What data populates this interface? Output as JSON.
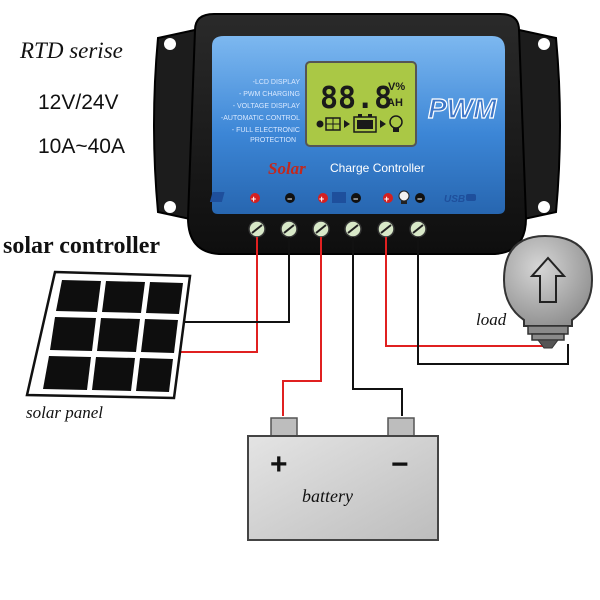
{
  "labels": {
    "series": "RTD serise",
    "voltage": "12V/24V",
    "current": "10A~40A",
    "controller": "solar controller",
    "solar_panel": "solar panel",
    "load": "load",
    "battery": "battery"
  },
  "controller": {
    "features": [
      "-LCD DISPLAY",
      "- PWM CHARGING",
      "- VOLTAGE DISPLAY",
      "-AUTOMATIC CONTROL",
      "- FULL ELECTRONIC",
      "PROTECTION"
    ],
    "lcd_value": "88.8",
    "lcd_unit_top": "V%",
    "lcd_unit_bottom": "AH",
    "brand": "PWM",
    "solar_word": "Solar",
    "title": "Charge Controller",
    "usb": "USB"
  },
  "battery_terminals": {
    "plus": "+",
    "minus": "−"
  },
  "colors": {
    "body": "#161616",
    "panel": "#3c86d6",
    "lcd": "#b8d84e",
    "positive_wire": "#e02020",
    "negative_wire": "#111111",
    "battery_body": "#d4d4d4",
    "solar_cell": "#0e0e0e"
  }
}
